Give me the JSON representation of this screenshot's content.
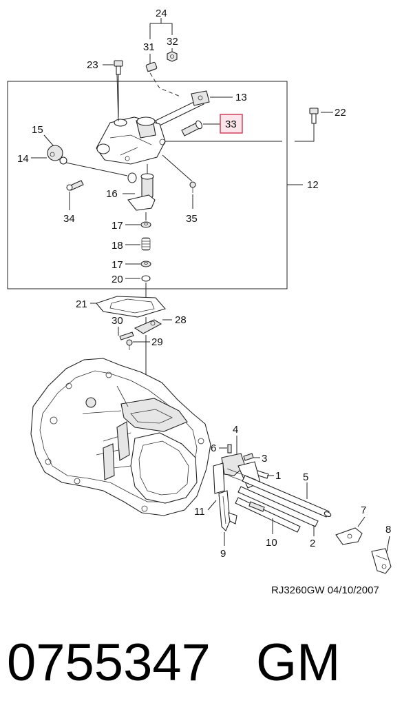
{
  "diagram": {
    "callouts": {
      "c1": "1",
      "c2": "2",
      "c3": "3",
      "c4": "4",
      "c5": "5",
      "c6": "6",
      "c7": "7",
      "c8": "8",
      "c9": "9",
      "c10": "10",
      "c11": "11",
      "c12": "12",
      "c13": "13",
      "c14": "14",
      "c15": "15",
      "c16": "16",
      "c17a": "17",
      "c17b": "17",
      "c18": "18",
      "c20": "20",
      "c21": "21",
      "c22": "22",
      "c23": "23",
      "c24": "24",
      "c28": "28",
      "c29": "29",
      "c30": "30",
      "c31": "31",
      "c32": "32",
      "c33": "33",
      "c34": "34",
      "c35": "35"
    },
    "highlighted_part": "33",
    "highlight_color": "#d0405d",
    "drawing_code": "RJ3260GW  04/10/2007"
  },
  "footer": {
    "part_number": "0755347",
    "brand": "GM"
  }
}
